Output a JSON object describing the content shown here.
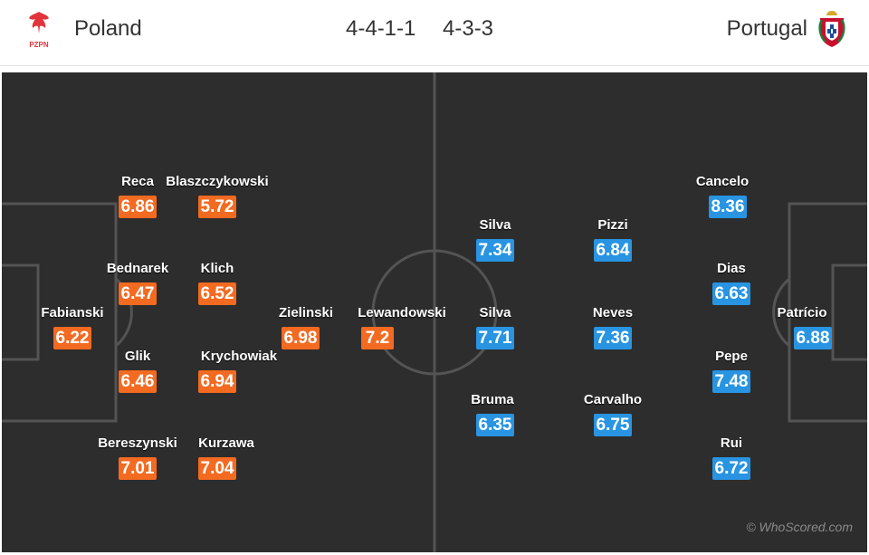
{
  "header": {
    "home_team": "Poland",
    "away_team": "Portugal",
    "home_formation": "4-4-1-1",
    "away_formation": "4-3-3",
    "home_crest_text": "PZPN",
    "home_crest_icon": "poland-eagle-crest-icon",
    "away_crest_icon": "portugal-fpf-crest-icon"
  },
  "colors": {
    "home_rating_bg": "#f36a21",
    "away_rating_bg": "#2894e2",
    "pitch": "#2d2d2d"
  },
  "home_players": [
    {
      "name": "Fabianski",
      "rating": "6.22"
    },
    {
      "name": "Reca",
      "rating": "6.86"
    },
    {
      "name": "Bednarek",
      "rating": "6.47"
    },
    {
      "name": "Glik",
      "rating": "6.46"
    },
    {
      "name": "Bereszynski",
      "rating": "7.01"
    },
    {
      "name": "Blaszczykowski",
      "rating": "5.72"
    },
    {
      "name": "Klich",
      "rating": "6.52"
    },
    {
      "name": "Krychowiak",
      "rating": "6.94"
    },
    {
      "name": "Kurzawa",
      "rating": "7.04"
    },
    {
      "name": "Zielinski",
      "rating": "6.98"
    },
    {
      "name": "Lewandowski",
      "rating": "7.2"
    }
  ],
  "away_players": [
    {
      "name": "Patrício",
      "rating": "6.88"
    },
    {
      "name": "Cancelo",
      "rating": "8.36"
    },
    {
      "name": "Dias",
      "rating": "6.63"
    },
    {
      "name": "Pepe",
      "rating": "7.48"
    },
    {
      "name": "Rui",
      "rating": "6.72"
    },
    {
      "name": "Pizzi",
      "rating": "6.84"
    },
    {
      "name": "Neves",
      "rating": "7.36"
    },
    {
      "name": "Carvalho",
      "rating": "6.75"
    },
    {
      "name": "Silva",
      "rating": "7.34"
    },
    {
      "name": "Silva",
      "rating": "7.71"
    },
    {
      "name": "Bruma",
      "rating": "6.35"
    }
  ],
  "watermark": "© WhoScored.com"
}
